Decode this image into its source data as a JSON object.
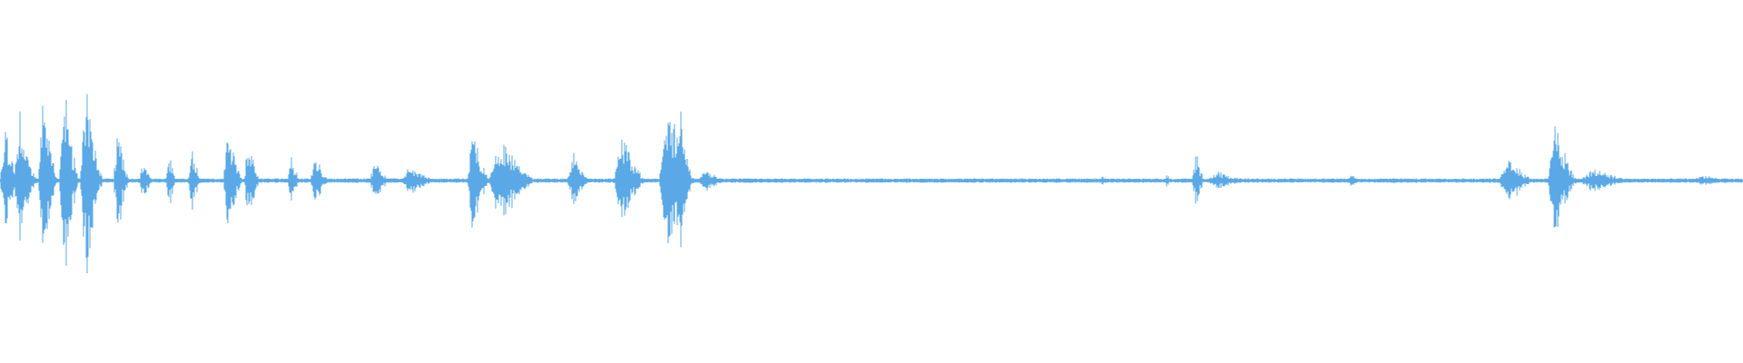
{
  "waveform": {
    "color": "#5aa9e6",
    "background": "#ffffff",
    "bursts": [
      {
        "start": 0.0,
        "end": 0.012,
        "peak": 0.5
      },
      {
        "start": 0.008,
        "end": 0.022,
        "peak": 0.62
      },
      {
        "start": 0.022,
        "end": 0.034,
        "peak": 0.82
      },
      {
        "start": 0.034,
        "end": 0.046,
        "peak": 1.0
      },
      {
        "start": 0.046,
        "end": 0.06,
        "peak": 0.95
      },
      {
        "start": 0.065,
        "end": 0.075,
        "peak": 0.52
      },
      {
        "start": 0.08,
        "end": 0.088,
        "peak": 0.22
      },
      {
        "start": 0.095,
        "end": 0.102,
        "peak": 0.28
      },
      {
        "start": 0.108,
        "end": 0.116,
        "peak": 0.36
      },
      {
        "start": 0.128,
        "end": 0.14,
        "peak": 0.55
      },
      {
        "start": 0.14,
        "end": 0.15,
        "peak": 0.4
      },
      {
        "start": 0.165,
        "end": 0.173,
        "peak": 0.24
      },
      {
        "start": 0.178,
        "end": 0.19,
        "peak": 0.22
      },
      {
        "start": 0.212,
        "end": 0.225,
        "peak": 0.2
      },
      {
        "start": 0.23,
        "end": 0.252,
        "peak": 0.14
      },
      {
        "start": 0.268,
        "end": 0.282,
        "peak": 0.55
      },
      {
        "start": 0.28,
        "end": 0.31,
        "peak": 0.42
      },
      {
        "start": 0.325,
        "end": 0.34,
        "peak": 0.28
      },
      {
        "start": 0.352,
        "end": 0.372,
        "peak": 0.44
      },
      {
        "start": 0.378,
        "end": 0.4,
        "peak": 0.7
      },
      {
        "start": 0.388,
        "end": 0.398,
        "peak": 0.98
      },
      {
        "start": 0.4,
        "end": 0.42,
        "peak": 0.1
      },
      {
        "start": 0.63,
        "end": 0.638,
        "peak": 0.05
      },
      {
        "start": 0.668,
        "end": 0.674,
        "peak": 0.06
      },
      {
        "start": 0.684,
        "end": 0.692,
        "peak": 0.3
      },
      {
        "start": 0.692,
        "end": 0.72,
        "peak": 0.08
      },
      {
        "start": 0.774,
        "end": 0.78,
        "peak": 0.1
      },
      {
        "start": 0.798,
        "end": 0.802,
        "peak": 0.04
      },
      {
        "start": 0.86,
        "end": 0.882,
        "peak": 0.24
      },
      {
        "start": 0.888,
        "end": 0.906,
        "peak": 0.55
      },
      {
        "start": 0.906,
        "end": 0.94,
        "peak": 0.12
      },
      {
        "start": 0.97,
        "end": 1.0,
        "peak": 0.05
      }
    ]
  }
}
